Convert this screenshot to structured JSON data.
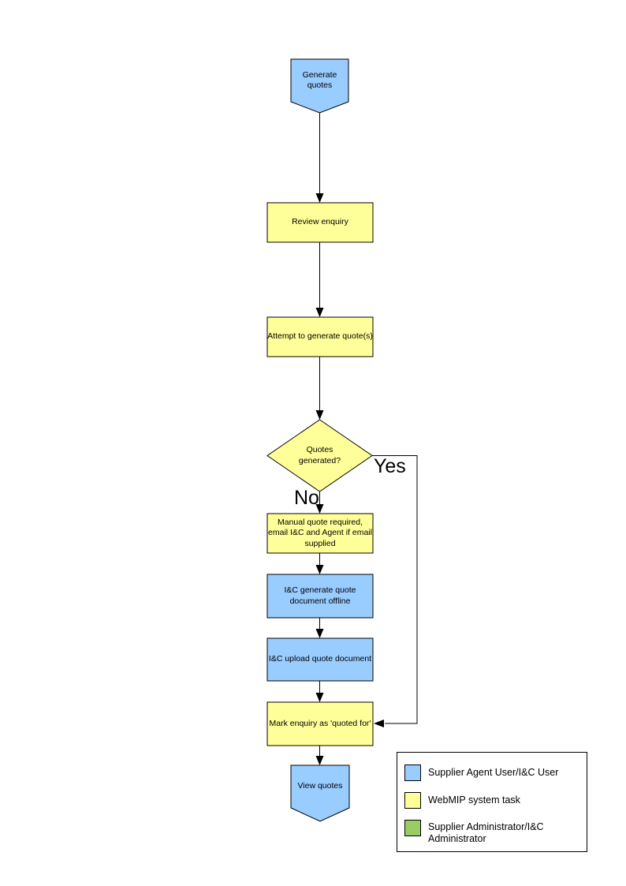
{
  "colors": {
    "actor_blue": "#99CCFF",
    "system_yellow": "#FFFF99",
    "admin_green": "#99CC66",
    "line": "#000000"
  },
  "flowchart": {
    "start": "Generate quotes",
    "review": "Review enquiry",
    "attempt": "Attempt to generate quote(s)",
    "decision": "Quotes generated?",
    "yes": "Yes",
    "no": "No",
    "manual": "Manual quote required, email I&C and Agent if email supplied",
    "offline": "I&C generate quote document offline",
    "upload": "I&C upload quote document",
    "mark": "Mark enquiry as 'quoted for'",
    "end": "View quotes"
  },
  "legend": {
    "items": [
      {
        "label": "Supplier Agent User/I&C User",
        "color": "#99CCFF"
      },
      {
        "label": "WebMIP system task",
        "color": "#FFFF99"
      },
      {
        "label": "Supplier Administrator/I&C Administrator",
        "color": "#99CC66"
      }
    ]
  }
}
